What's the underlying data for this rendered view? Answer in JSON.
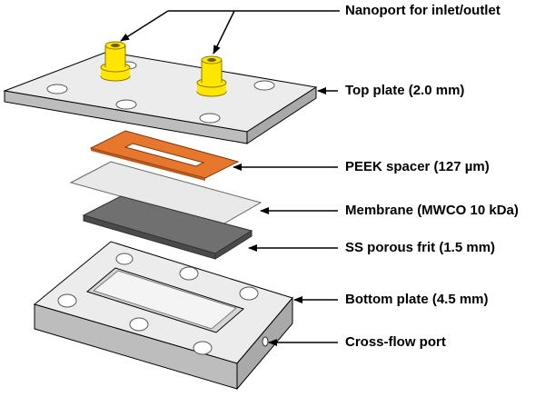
{
  "labels": {
    "nanoport": "Nanoport for inlet/outlet",
    "top_plate": "Top plate (2.0 mm)",
    "peek_spacer": "PEEK spacer (127 µm)",
    "membrane": "Membrane (MWCO 10 kDa)",
    "frit": "SS porous frit (1.5 mm)",
    "bottom_plate": "Bottom plate (4.5 mm)",
    "crossflow": "Cross-flow port"
  },
  "colors": {
    "plate_face": "#ececec",
    "plate_side": "#bdbdbd",
    "nanoport": "#ffe600",
    "nanoport_shade": "#c9b400",
    "spacer": "#e8772e",
    "membrane": "#e9e9e9",
    "frit": "#707070",
    "frit_side": "#4a4a4a",
    "outline": "#000000"
  }
}
